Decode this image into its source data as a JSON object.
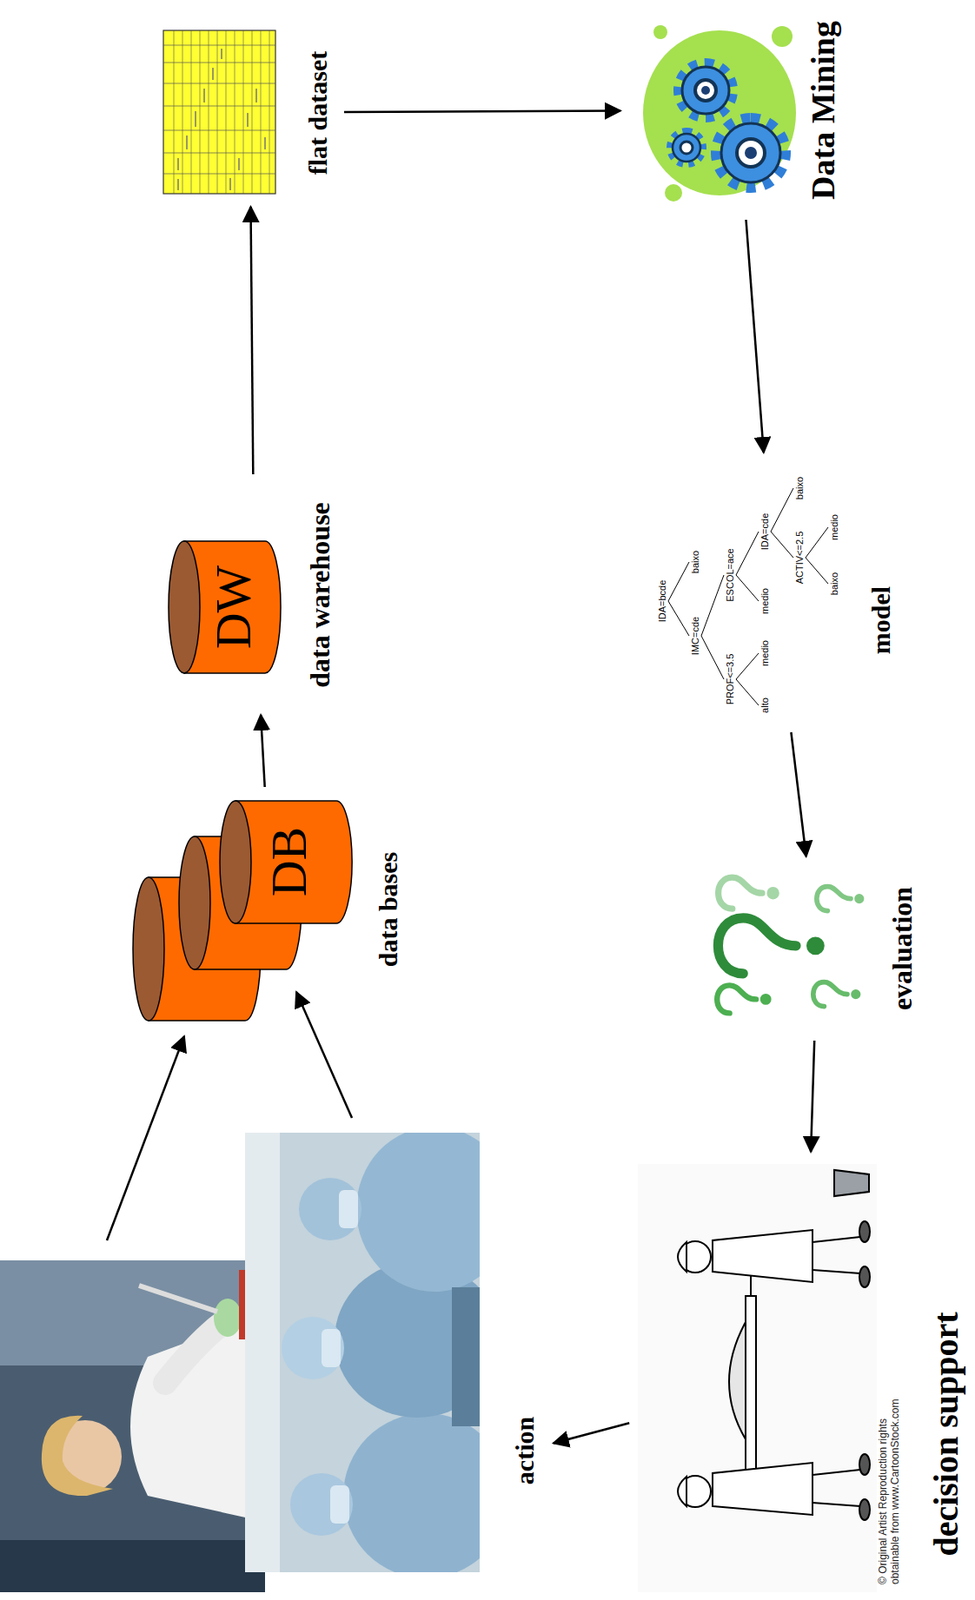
{
  "diagram": {
    "nodes": [
      {
        "text": [
          "DB",
          "data bases"
        ]
      },
      {
        "text": [
          "DW",
          "data warehouse"
        ]
      },
      {
        "text": [
          "flat dataset"
        ]
      },
      {
        "text": [
          "Data Mining"
        ]
      },
      {
        "text": [
          "model"
        ]
      },
      {
        "text": [
          "evaluation"
        ]
      },
      {
        "text": [
          "decision support"
        ]
      },
      {
        "text": [
          "action"
        ]
      }
    ],
    "edges": [
      {
        "from": 0,
        "to": 1,
        "arrow": "to"
      },
      {
        "from": 1,
        "to": 2,
        "arrow": "to"
      },
      {
        "from": 2,
        "to": 3,
        "arrow": "to"
      },
      {
        "from": 3,
        "to": 4,
        "arrow": "to"
      },
      {
        "from": 4,
        "to": 5,
        "arrow": "to"
      },
      {
        "from": 5,
        "to": 6,
        "arrow": "to"
      },
      {
        "from": 6,
        "to": 7,
        "arrow": "to"
      }
    ],
    "labels": [
      "IDA=bcde",
      "IMC=cde",
      "baixo",
      "PROF<=3.5",
      "ESCOL=ace",
      "alto",
      "medio",
      "medio",
      "IDA=cde",
      "ACTIV<=2.5",
      "baixo",
      "baixo",
      "medio",
      "© Original Artist Reproduction rights obtainable from www.CartoonStock.com"
    ]
  }
}
